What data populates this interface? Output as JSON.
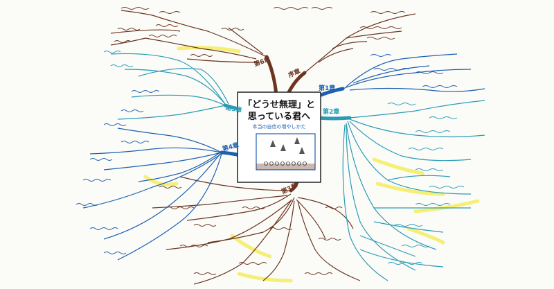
{
  "book": {
    "title_line1": "「どうせ無理」と",
    "title_line2": "思っている君へ",
    "subtitle": "本当の自信の増やしかた"
  },
  "chapters": {
    "prologue": "序章",
    "ch1": "第1章",
    "ch2": "第2章",
    "ch3": "第3章",
    "ch4": "第4章",
    "ch5": "第5章",
    "ch6": "第6章"
  },
  "colors": {
    "brown": "#6b3520",
    "blue": "#1d5fb0",
    "teal": "#2a9bb5",
    "highlight": "#f3ea3c",
    "paper": "#fbfbf8"
  }
}
